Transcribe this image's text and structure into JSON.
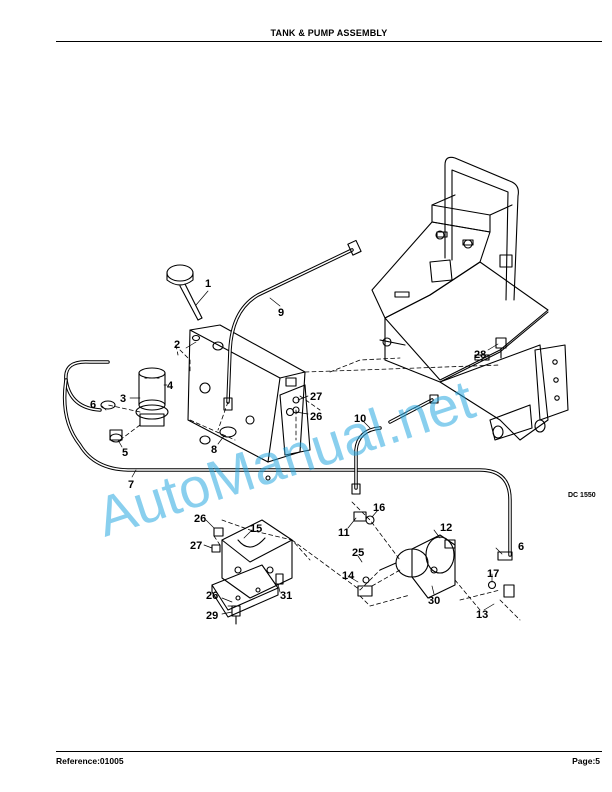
{
  "header": {
    "title": "TANK & PUMP ASSEMBLY"
  },
  "footer": {
    "reference": "Reference:01005",
    "page": "Page:5"
  },
  "diagram": {
    "drawing_code": "DC 1550",
    "watermark": "AutoManual.net",
    "callouts": [
      "1",
      "2",
      "3",
      "4",
      "5",
      "6",
      "7",
      "8",
      "9",
      "10",
      "11",
      "12",
      "13",
      "14",
      "15",
      "16",
      "17",
      "25",
      "26",
      "27",
      "28",
      "29",
      "30",
      "31"
    ]
  },
  "colors": {
    "ink": "#000000",
    "watermark": "#29a9e1",
    "paper": "#ffffff"
  }
}
